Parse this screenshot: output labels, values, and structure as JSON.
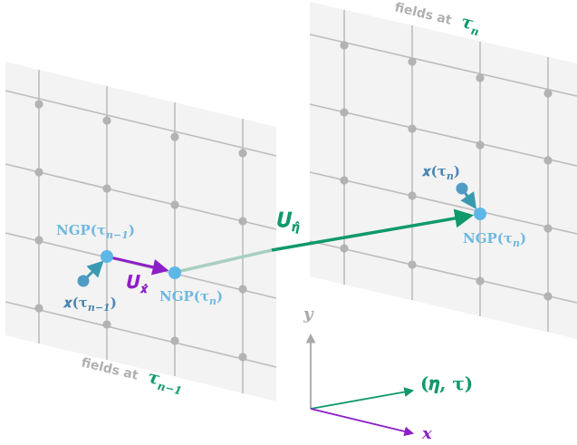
{
  "left_panel": {
    "caption_prefix": "fields at",
    "caption_symbol": "τ",
    "caption_subscript": "n−1"
  },
  "right_panel": {
    "caption_prefix": "fields at",
    "caption_symbol": "τ",
    "caption_subscript": "n"
  },
  "labels": {
    "x_prev": "𝒙(τ",
    "x_prev_sub": "n−1",
    "x_prev_close": ")",
    "ngp_prev": "NGP(τ",
    "ngp_prev_sub": "n−1",
    "ngp_prev_close": ")",
    "ngp_n_left": "NGP(τ",
    "ngp_n_left_sub": "n",
    "ngp_n_left_close": ")",
    "x_n": "𝒙(τ",
    "x_n_sub": "n",
    "x_n_close": ")",
    "ngp_n_right": "NGP(τ",
    "ngp_n_right_sub": "n",
    "ngp_n_right_close": ")",
    "u_x": "𝑼",
    "u_x_sub": "𝒙̂",
    "u_eta": "𝑼",
    "u_eta_sub": "𝜼̂"
  },
  "axes": {
    "y_label": "𝒚",
    "eta_tau_label": "(𝜼, τ)",
    "x_label": "𝒙"
  },
  "colors": {
    "panel_fill": "#f3f3f3",
    "grid": "#bdbdbd",
    "grid_node": "#b3b3b3",
    "caption": "#b0b0b0",
    "green": "#10996a",
    "green_light": "#a8cfc0",
    "purple": "#8d1fc7",
    "blue_light": "#5db7e6",
    "blue_dark": "#4f9bc6",
    "teal_arrow": "#3a9ab0",
    "label_light_blue": "#6fb8e0",
    "label_blue": "#4b86b0",
    "axis_gray": "#a8a8a8"
  }
}
